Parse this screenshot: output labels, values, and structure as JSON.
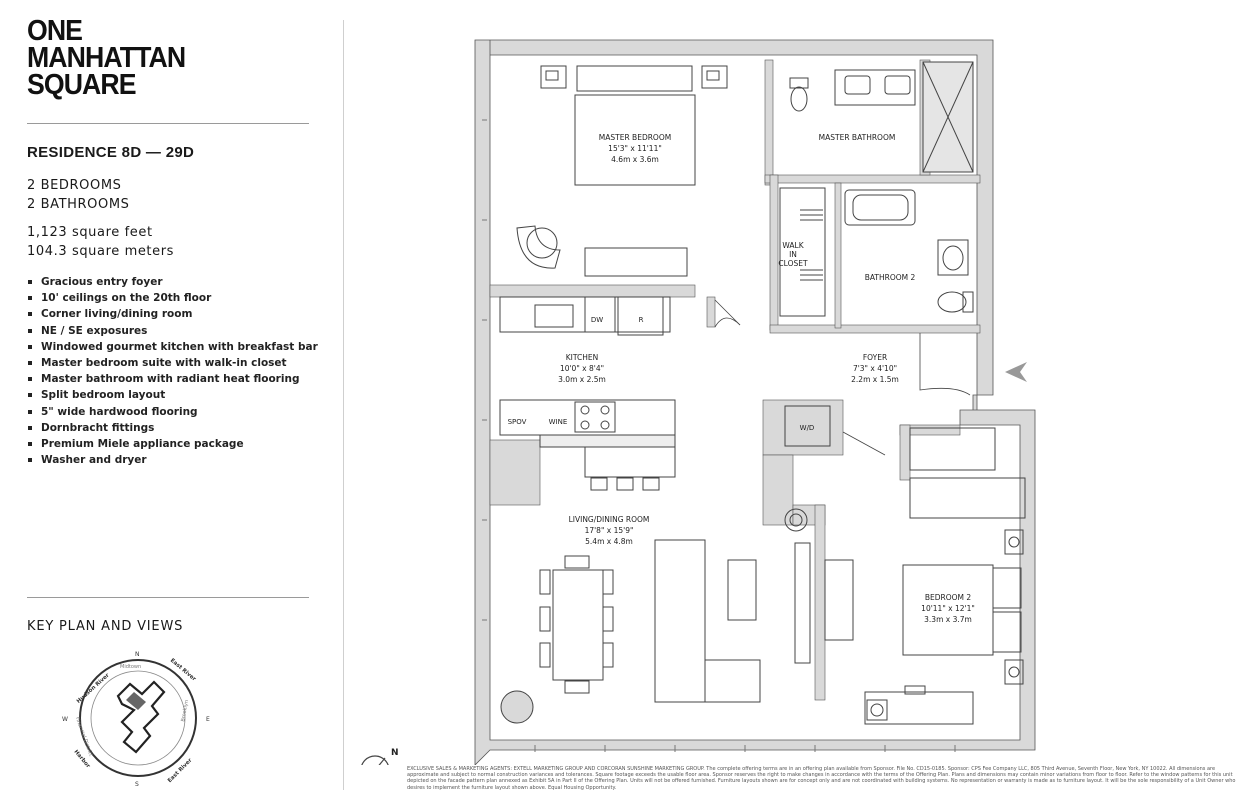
{
  "brand": {
    "line1": "ONE",
    "line2": "MANHATTAN",
    "line3": "SQUARE"
  },
  "residence": {
    "title": "RESIDENCE 8D — 29D",
    "bedrooms": "2 BEDROOMS",
    "bathrooms": "2 BATHROOMS",
    "sqft": "1,123 square feet",
    "sqm": "104.3 square meters"
  },
  "features": [
    "Gracious entry foyer",
    "10' ceilings on the 20th floor",
    "Corner living/dining room",
    "NE / SE exposures",
    "Windowed gourmet kitchen with breakfast bar",
    "Master bedroom suite with walk-in closet",
    "Master bathroom with radiant heat flooring",
    "Split bedroom layout",
    "5\" wide hardwood flooring",
    "Dornbracht fittings",
    "Premium Miele appliance package",
    "Washer and dryer"
  ],
  "keyplan": {
    "title": "KEY PLAN AND VIEWS",
    "labels": {
      "hudson": "Hudson River",
      "midtown": "Midtown",
      "east_river_top": "East River",
      "brooklyn": "Brooklyn",
      "east_river_bottom": "East River",
      "harbor": "Harbor",
      "financial": "Financial District",
      "n": "N",
      "s": "S",
      "e": "E",
      "w": "W"
    }
  },
  "rooms": {
    "master_bedroom": {
      "name": "MASTER BEDROOM",
      "dim_imperial": "15'3\" x 11'11\"",
      "dim_metric": "4.6m x 3.6m"
    },
    "master_bathroom": {
      "name": "MASTER BATHROOM"
    },
    "walk_in_closet": {
      "line1": "WALK",
      "line2": "IN",
      "line3": "CLOSET"
    },
    "bathroom2": {
      "name": "BATHROOM 2"
    },
    "kitchen": {
      "name": "KITCHEN",
      "dim_imperial": "10'0\" x 8'4\"",
      "dim_metric": "3.0m x 2.5m"
    },
    "foyer": {
      "name": "FOYER",
      "dim_imperial": "7'3\" x 4'10\"",
      "dim_metric": "2.2m x 1.5m"
    },
    "living": {
      "name": "LIVING/DINING ROOM",
      "dim_imperial": "17'8\" x 15'9\"",
      "dim_metric": "5.4m x 4.8m"
    },
    "bedroom2": {
      "name": "BEDROOM 2",
      "dim_imperial": "10'11\" x 12'1\"",
      "dim_metric": "3.3m x 3.7m"
    }
  },
  "appliances": {
    "dw": "DW",
    "r": "R",
    "spov": "SPOV",
    "wine": "WINE",
    "wd": "W/D"
  },
  "compass": {
    "n": "N"
  },
  "disclaimer": "EXCLUSIVE SALES & MARKETING AGENTS: EXTELL MARKETING GROUP AND CORCORAN SUNSHINE MARKETING GROUP. The complete offering terms are in an offering plan available from Sponsor. File No. CD15-0185. Sponsor: CPS Fee Company LLC, 805 Third Avenue, Seventh Floor, New York, NY 10022. All dimensions are approximate and subject to normal construction variances and tolerances. Square footage exceeds the usable floor area. Sponsor reserves the right to make changes in accordance with the terms of the Offering Plan. Plans and dimensions may contain minor variations from floor to floor. Refer to the window patterns for this unit depicted on the facade pattern plan annexed as Exhibit 5A in Part II of the Offering Plan. Units will not be offered furnished. Furniture layouts shown are for concept only and are not coordinated with building systems. No representation or warranty is made as to furniture layout. It will be the sole responsibility of a Unit Owner who desires to implement the furniture layout shown above. Equal Housing Opportunity."
}
